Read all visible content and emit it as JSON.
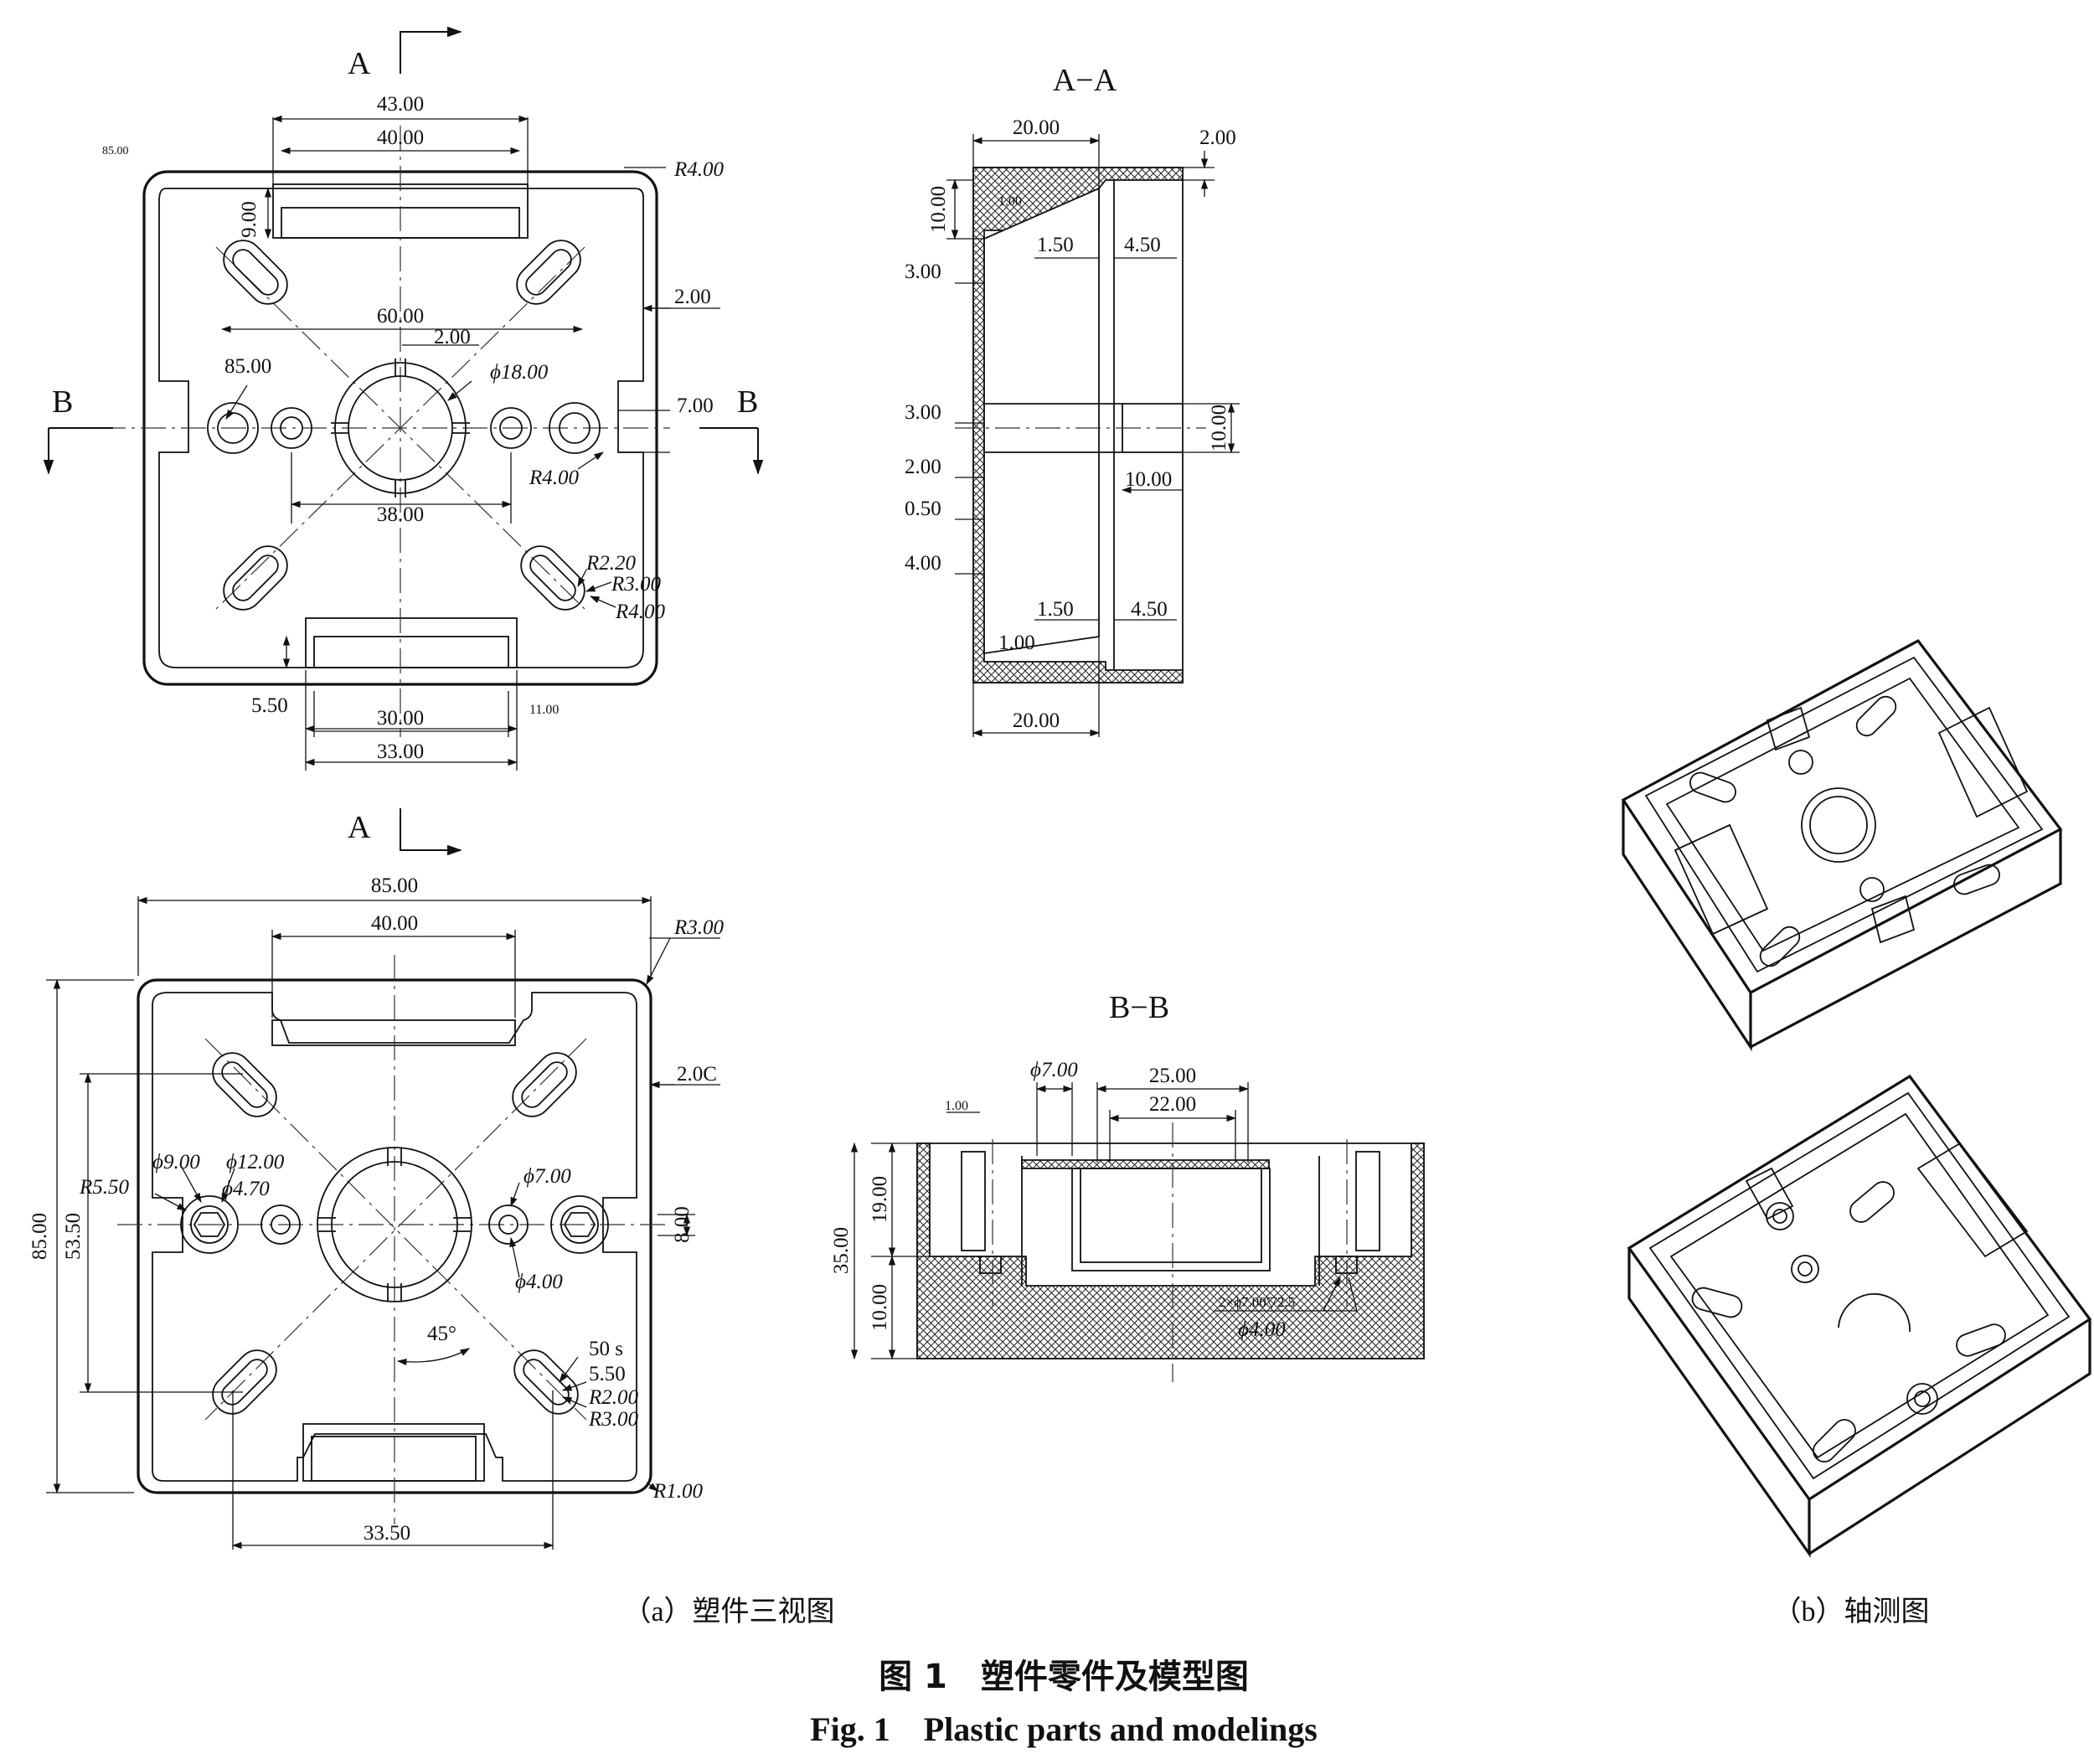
{
  "views": {
    "a_top": {
      "section_marks": {
        "a_top": "A",
        "a_bottom": "A",
        "b_left": "B",
        "b_right": "B"
      },
      "dims": {
        "w43": "43.00",
        "w40": "40.00",
        "tiny": "85.00",
        "r4_tr": "R4.00",
        "h9": "9.00",
        "w2": "2.00",
        "w60": "60.00",
        "w2b": "2.00",
        "d85": "85.00",
        "phi18": "ϕ18.00",
        "h7": "7.00",
        "r4_mid": "R4.00",
        "w38": "38.00",
        "r22": "R2.20",
        "r3": "R3.00",
        "r4b": "R4.00",
        "h55": "5.50",
        "w30": "30.00",
        "w33": "33.00",
        "h11": "11.00"
      }
    },
    "a_bottom": {
      "dims": {
        "w85": "85.00",
        "w40": "40.00",
        "r3_tr": "R3.00",
        "c2": "2.0C",
        "h85": "85.00",
        "h535": "53.50",
        "r55": "R5.50",
        "phi9": "ϕ9.00",
        "phi12": "ϕ12.00",
        "phi47": "ϕ4.70",
        "phi7": "ϕ7.00",
        "h8": "8.00",
        "phi4": "ϕ4.00",
        "ang45": "45°",
        "s50": "50 s",
        "d55": "5.50",
        "r2": "R2.00",
        "r3": "R3.00",
        "r1": "R1.00",
        "w335": "33.50"
      }
    },
    "section_aa": {
      "title": "A−A",
      "dims": {
        "w20_top": "20.00",
        "t2": "2.00",
        "h10": "10.00",
        "t1": "1.00",
        "d15": "1.50",
        "d45": "4.50",
        "v3a": "3.00",
        "v3b": "3.00",
        "h10r": "10.00",
        "v2": "2.00",
        "w10": "10.00",
        "v05": "0.50",
        "v4": "4.00",
        "d15b": "1.50",
        "d45b": "4.50",
        "t1b": "1.00",
        "w20_bot": "20.00"
      }
    },
    "section_bb": {
      "title": "B−B",
      "dims": {
        "phi7": "ϕ7.00",
        "w25": "25.00",
        "w22": "22.00",
        "tiny": "1.00",
        "h19": "19.00",
        "h35": "35.00",
        "h10": "10.00",
        "hole_note": "2×ϕ7.00▽2.5",
        "phi4": "ϕ4.00"
      }
    }
  },
  "captions": {
    "sub_a": "（a）塑件三视图",
    "sub_b": "（b）轴测图",
    "fig_cn": "图 1　塑件零件及模型图",
    "fig_en": "Fig. 1　Plastic parts and modelings"
  }
}
